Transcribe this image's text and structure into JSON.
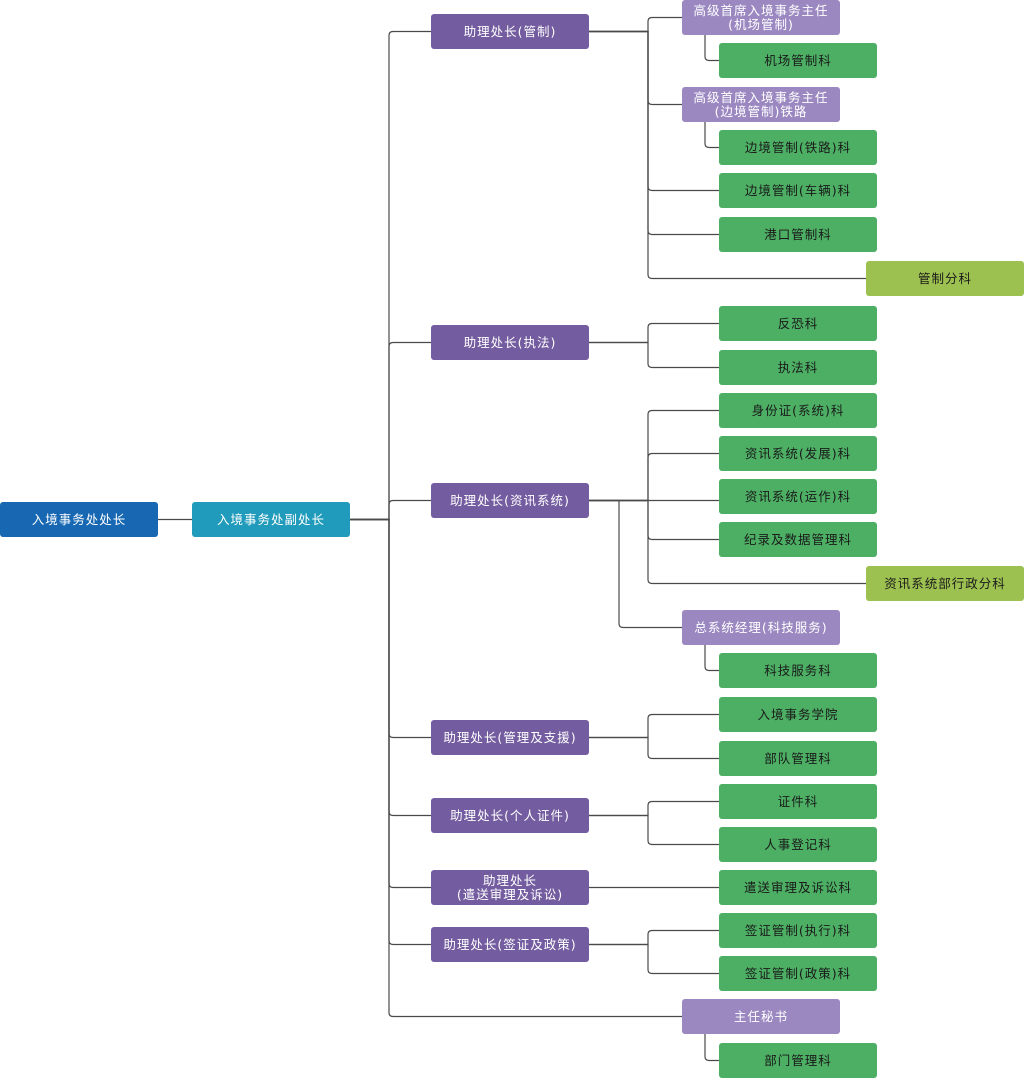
{
  "diagram": {
    "type": "org-chart",
    "root": {
      "label": "入境事务处处长"
    },
    "deputy": {
      "label": "入境事务处副处长"
    },
    "colors": {
      "root": "#1767b3",
      "deputy": "#209bbb",
      "assistant_director": "#735c9f",
      "senior_officer": "#9b88c1",
      "section": "#4caf64",
      "subsection": "#9dc150",
      "connector": "#4a4a4a"
    },
    "nodes": [
      {
        "id": "a1",
        "kind": "asst",
        "label": "助理处长(管制)"
      },
      {
        "id": "s1",
        "kind": "senior",
        "label": "高级首席入境事务主任\n(机场管制)"
      },
      {
        "id": "g1",
        "kind": "section",
        "label": "机场管制科"
      },
      {
        "id": "s2",
        "kind": "senior",
        "label": "高级首席入境事务主任\n(边境管制)铁路"
      },
      {
        "id": "g2",
        "kind": "section",
        "label": "边境管制(铁路)科"
      },
      {
        "id": "g3",
        "kind": "section",
        "label": "边境管制(车辆)科"
      },
      {
        "id": "g4",
        "kind": "section",
        "label": "港口管制科"
      },
      {
        "id": "l1",
        "kind": "subsection",
        "label": "管制分科"
      },
      {
        "id": "a2",
        "kind": "asst",
        "label": "助理处长(执法)"
      },
      {
        "id": "g5",
        "kind": "section",
        "label": "反恐科"
      },
      {
        "id": "g6",
        "kind": "section",
        "label": "执法科"
      },
      {
        "id": "a3",
        "kind": "asst",
        "label": "助理处长(资讯系统)"
      },
      {
        "id": "g7",
        "kind": "section",
        "label": "身份证(系统)科"
      },
      {
        "id": "g8",
        "kind": "section",
        "label": "资讯系统(发展)科"
      },
      {
        "id": "g9",
        "kind": "section",
        "label": "资讯系统(运作)科"
      },
      {
        "id": "g10",
        "kind": "section",
        "label": "纪录及数据管理科"
      },
      {
        "id": "l2",
        "kind": "subsection",
        "label": "资讯系统部行政分科"
      },
      {
        "id": "s3",
        "kind": "senior",
        "label": "总系统经理(科技服务)"
      },
      {
        "id": "g11",
        "kind": "section",
        "label": "科技服务科"
      },
      {
        "id": "a4",
        "kind": "asst",
        "label": "助理处长(管理及支援)"
      },
      {
        "id": "g12",
        "kind": "section",
        "label": "入境事务学院"
      },
      {
        "id": "g13",
        "kind": "section",
        "label": "部队管理科"
      },
      {
        "id": "a5",
        "kind": "asst",
        "label": "助理处长(个人证件)"
      },
      {
        "id": "g14",
        "kind": "section",
        "label": "证件科"
      },
      {
        "id": "g15",
        "kind": "section",
        "label": "人事登记科"
      },
      {
        "id": "a6",
        "kind": "asst",
        "label": "助理处长\n(遣送审理及诉讼)"
      },
      {
        "id": "g16",
        "kind": "section",
        "label": "遣送审理及诉讼科"
      },
      {
        "id": "a7",
        "kind": "asst",
        "label": "助理处长(签证及政策)"
      },
      {
        "id": "g17",
        "kind": "section",
        "label": "签证管制(执行)科"
      },
      {
        "id": "g18",
        "kind": "section",
        "label": "签证管制(政策)科"
      },
      {
        "id": "s4",
        "kind": "senior",
        "label": "主任秘书"
      },
      {
        "id": "g19",
        "kind": "section",
        "label": "部门管理科"
      }
    ],
    "edges": [
      [
        "root",
        "deputy"
      ],
      [
        "deputy",
        "a1"
      ],
      [
        "deputy",
        "a2"
      ],
      [
        "deputy",
        "a3"
      ],
      [
        "deputy",
        "a4"
      ],
      [
        "deputy",
        "a5"
      ],
      [
        "deputy",
        "a6"
      ],
      [
        "deputy",
        "a7"
      ],
      [
        "deputy",
        "s4"
      ],
      [
        "a1",
        "s1"
      ],
      [
        "s1",
        "g1"
      ],
      [
        "a1",
        "s2"
      ],
      [
        "s2",
        "g2"
      ],
      [
        "a1",
        "g3"
      ],
      [
        "a1",
        "g4"
      ],
      [
        "a1",
        "l1"
      ],
      [
        "a2",
        "g5"
      ],
      [
        "a2",
        "g6"
      ],
      [
        "a3",
        "g7"
      ],
      [
        "a3",
        "g8"
      ],
      [
        "a3",
        "g9"
      ],
      [
        "a3",
        "g10"
      ],
      [
        "a3",
        "l2"
      ],
      [
        "a3",
        "s3"
      ],
      [
        "s3",
        "g11"
      ],
      [
        "a4",
        "g12"
      ],
      [
        "a4",
        "g13"
      ],
      [
        "a5",
        "g14"
      ],
      [
        "a5",
        "g15"
      ],
      [
        "a6",
        "g16"
      ],
      [
        "a7",
        "g17"
      ],
      [
        "a7",
        "g18"
      ],
      [
        "s4",
        "g19"
      ]
    ]
  }
}
